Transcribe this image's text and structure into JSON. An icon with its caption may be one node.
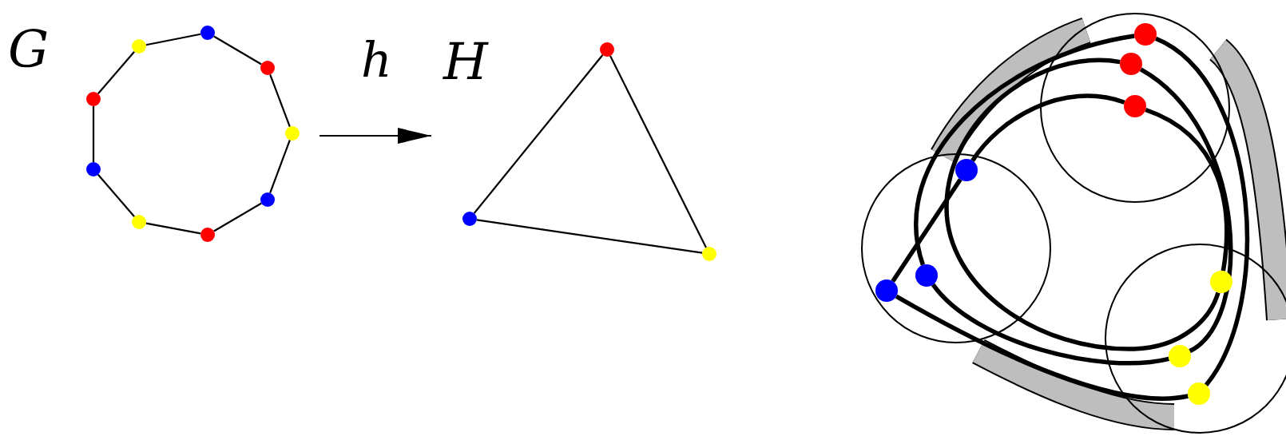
{
  "diagram": {
    "nodes": [
      {
        "text": [
          "G"
        ]
      },
      {
        "text": [],
        "shape": "circle",
        "in": 0
      },
      {
        "text": [],
        "shape": "circle",
        "in": 0
      },
      {
        "text": [],
        "shape": "circle",
        "in": 0
      },
      {
        "text": [],
        "shape": "circle",
        "in": 0
      },
      {
        "text": [],
        "shape": "circle",
        "in": 0
      },
      {
        "text": [],
        "shape": "circle",
        "in": 0
      },
      {
        "text": [],
        "shape": "circle",
        "in": 0
      },
      {
        "text": [],
        "shape": "circle",
        "in": 0
      },
      {
        "text": [],
        "shape": "circle",
        "in": 0
      },
      {
        "text": [
          "H"
        ]
      },
      {
        "text": [],
        "shape": "circle",
        "in": 10
      },
      {
        "text": [],
        "shape": "circle",
        "in": 10
      },
      {
        "text": [],
        "shape": "circle",
        "in": 10
      },
      {
        "text": [],
        "shape": "circle"
      },
      {
        "text": [],
        "shape": "circle",
        "in": 14
      },
      {
        "text": [],
        "shape": "circle",
        "in": 14
      },
      {
        "text": [],
        "shape": "circle",
        "in": 14
      },
      {
        "text": [],
        "shape": "circle"
      },
      {
        "text": [],
        "shape": "circle",
        "in": 18
      },
      {
        "text": [],
        "shape": "circle",
        "in": 18
      },
      {
        "text": [],
        "shape": "circle",
        "in": 18
      },
      {
        "text": [],
        "shape": "circle"
      },
      {
        "text": [],
        "shape": "circle",
        "in": 22
      },
      {
        "text": [],
        "shape": "circle",
        "in": 22
      },
      {
        "text": [],
        "shape": "circle",
        "in": 22
      }
    ],
    "edges": [
      {
        "from": 1,
        "to": 2,
        "arrow": "none"
      },
      {
        "from": 2,
        "to": 3,
        "arrow": "none"
      },
      {
        "from": 3,
        "to": 4,
        "arrow": "none"
      },
      {
        "from": 4,
        "to": 5,
        "arrow": "none"
      },
      {
        "from": 5,
        "to": 6,
        "arrow": "none"
      },
      {
        "from": 6,
        "to": 7,
        "arrow": "none"
      },
      {
        "from": 7,
        "to": 8,
        "arrow": "none"
      },
      {
        "from": 8,
        "to": 9,
        "arrow": "none"
      },
      {
        "from": 9,
        "to": 1,
        "arrow": "none"
      },
      {
        "from": 0,
        "to": 10,
        "arrow": "to",
        "label": "h"
      },
      {
        "from": 11,
        "to": 12,
        "arrow": "none"
      },
      {
        "from": 12,
        "to": 13,
        "arrow": "none"
      },
      {
        "from": 13,
        "to": 11,
        "arrow": "none"
      },
      {
        "from": 15,
        "to": 20,
        "arrow": "none",
        "style": "thick"
      },
      {
        "from": 20,
        "to": 24,
        "arrow": "none",
        "style": "thick"
      },
      {
        "from": 24,
        "to": 16,
        "arrow": "none",
        "style": "thick"
      },
      {
        "from": 16,
        "to": 23,
        "arrow": "none",
        "style": "thick"
      },
      {
        "from": 23,
        "to": 17,
        "arrow": "none",
        "style": "thick"
      },
      {
        "from": 17,
        "to": 19,
        "arrow": "none",
        "style": "thick"
      },
      {
        "from": 19,
        "to": 21,
        "arrow": "none",
        "style": "thick"
      },
      {
        "from": 21,
        "to": 25,
        "arrow": "none",
        "style": "thick"
      },
      {
        "from": 25,
        "to": 15,
        "arrow": "none",
        "style": "thick"
      }
    ]
  }
}
